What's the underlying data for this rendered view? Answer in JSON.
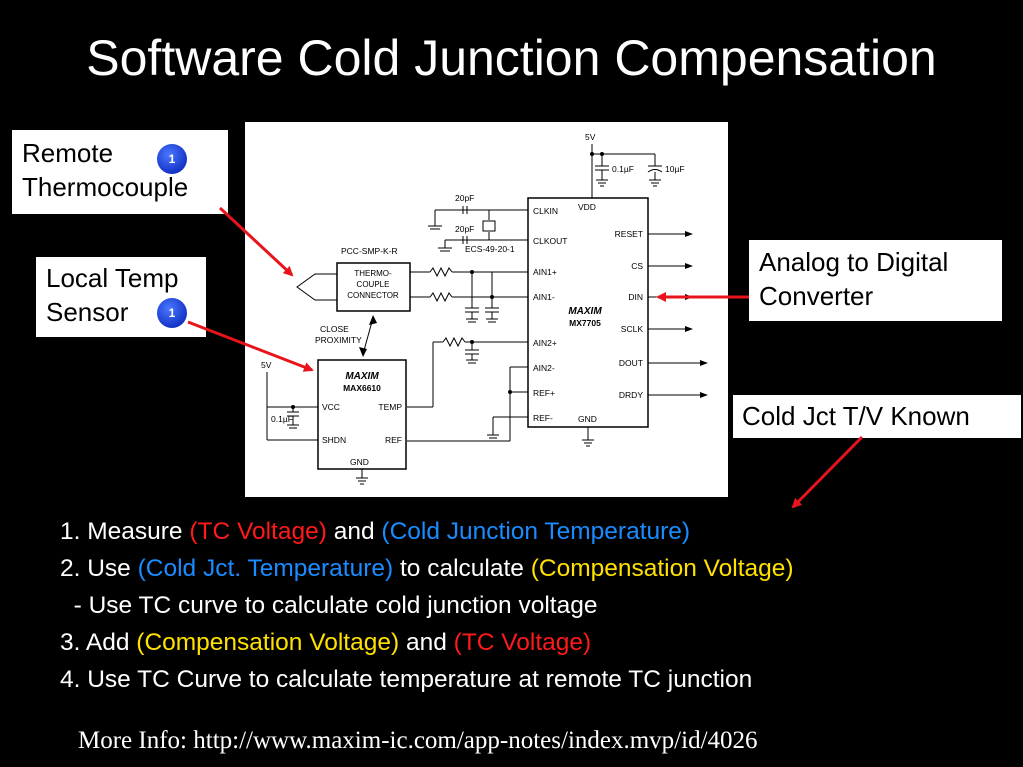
{
  "title": "Software Cold Junction Compensation",
  "callouts": {
    "remote_line1": "Remote",
    "remote_line2": "Thermocouple",
    "remote_badge": "1",
    "local_line1": "Local Temp",
    "local_line2": "Sensor",
    "local_badge": "1",
    "adc_line1": "Analog to Digital",
    "adc_line2": "Converter",
    "cold_jct": "Cold Jct T/V Known"
  },
  "schematic": {
    "vdd_top": "5V",
    "cap1": "0.1µF",
    "cap2": "10µF",
    "cap_20pf_1": "20pF",
    "cap_20pf_2": "20pF",
    "crystal": "ECS-49-20-1",
    "connector_part": "PCC-SMP-K-R",
    "connector_label_1": "THERMO-",
    "connector_label_2": "COUPLE",
    "connector_label_3": "CONNECTOR",
    "close_1": "CLOSE",
    "close_2": "PROXIMITY",
    "adc_logo": "MAXIM",
    "adc_part": "MX7705",
    "adc_pins_left": [
      "CLKIN",
      "CLKOUT",
      "AIN1+",
      "AIN1-",
      "AIN2+",
      "AIN2-",
      "REF+",
      "REF-"
    ],
    "adc_pins_right": [
      "RESET",
      "CS",
      "DIN",
      "SCLK",
      "DOUT",
      "DRDY"
    ],
    "adc_vdd": "VDD",
    "adc_gnd": "GND",
    "sensor_logo": "MAXIM",
    "sensor_part": "MAX6610",
    "sensor_vcc": "VCC",
    "sensor_temp": "TEMP",
    "sensor_shdn": "SHDN",
    "sensor_ref": "REF",
    "sensor_gnd": "GND",
    "sensor_5v": "5V",
    "sensor_cap": "0.1µF"
  },
  "steps": {
    "s1_a": "1. Measure ",
    "s1_b": "(TC Voltage)",
    "s1_c": " and ",
    "s1_d": "(Cold Junction Temperature)",
    "s2_a": "2. Use ",
    "s2_b": "(Cold Jct. Temperature)",
    "s2_c": " to calculate ",
    "s2_d": "(Compensation Voltage)",
    "s2_sub": "  - Use TC curve to calculate cold junction voltage",
    "s3_a": "3. Add ",
    "s3_b": "(Compensation Voltage)",
    "s3_c": " and ",
    "s3_d": "(TC Voltage)",
    "s4": "4. Use TC Curve to calculate temperature at remote TC junction"
  },
  "footer": "More Info: http://www.maxim-ic.com/app-notes/index.mvp/id/4026",
  "colors": {
    "red": "#ff1a1a",
    "blue": "#1a8cff",
    "yellow": "#ffe000",
    "arrow": "#e8141c"
  }
}
